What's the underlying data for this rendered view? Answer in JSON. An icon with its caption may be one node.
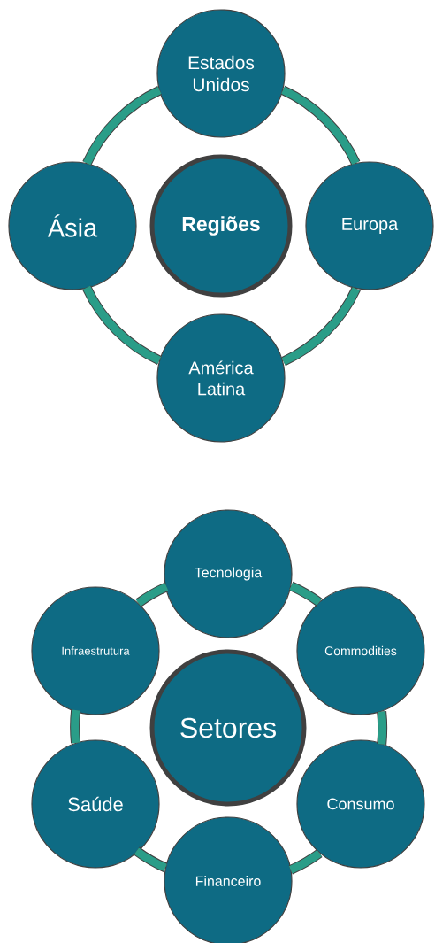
{
  "diagram": {
    "nodes": [
      {
        "text": [
          "Estados Unidos"
        ]
      },
      {
        "text": [
          "Ásia"
        ]
      },
      {
        "text": [
          "Regiões"
        ]
      },
      {
        "text": [
          "Europa"
        ]
      },
      {
        "text": [
          "América Latina"
        ]
      },
      {
        "text": [
          "Tecnologia"
        ]
      },
      {
        "text": [
          "Infraestrutura"
        ]
      },
      {
        "text": [
          "Commodities"
        ]
      },
      {
        "text": [
          "Setores"
        ]
      },
      {
        "text": [
          "Saúde"
        ]
      },
      {
        "text": [
          "Consumo"
        ]
      },
      {
        "text": [
          "Financeiro"
        ]
      }
    ],
    "edges": [
      {
        "from": 0,
        "to": 3,
        "arrow": "none"
      },
      {
        "from": 3,
        "to": 4,
        "arrow": "none"
      },
      {
        "from": 4,
        "to": 1,
        "arrow": "none"
      },
      {
        "from": 1,
        "to": 0,
        "arrow": "none"
      },
      {
        "from": 5,
        "to": 7,
        "arrow": "none"
      },
      {
        "from": 7,
        "to": 10,
        "arrow": "none"
      },
      {
        "from": 10,
        "to": 11,
        "arrow": "none"
      },
      {
        "from": 11,
        "to": 9,
        "arrow": "none"
      },
      {
        "from": 9,
        "to": 6,
        "arrow": "none"
      },
      {
        "from": 6,
        "to": 5,
        "arrow": "none"
      }
    ]
  }
}
